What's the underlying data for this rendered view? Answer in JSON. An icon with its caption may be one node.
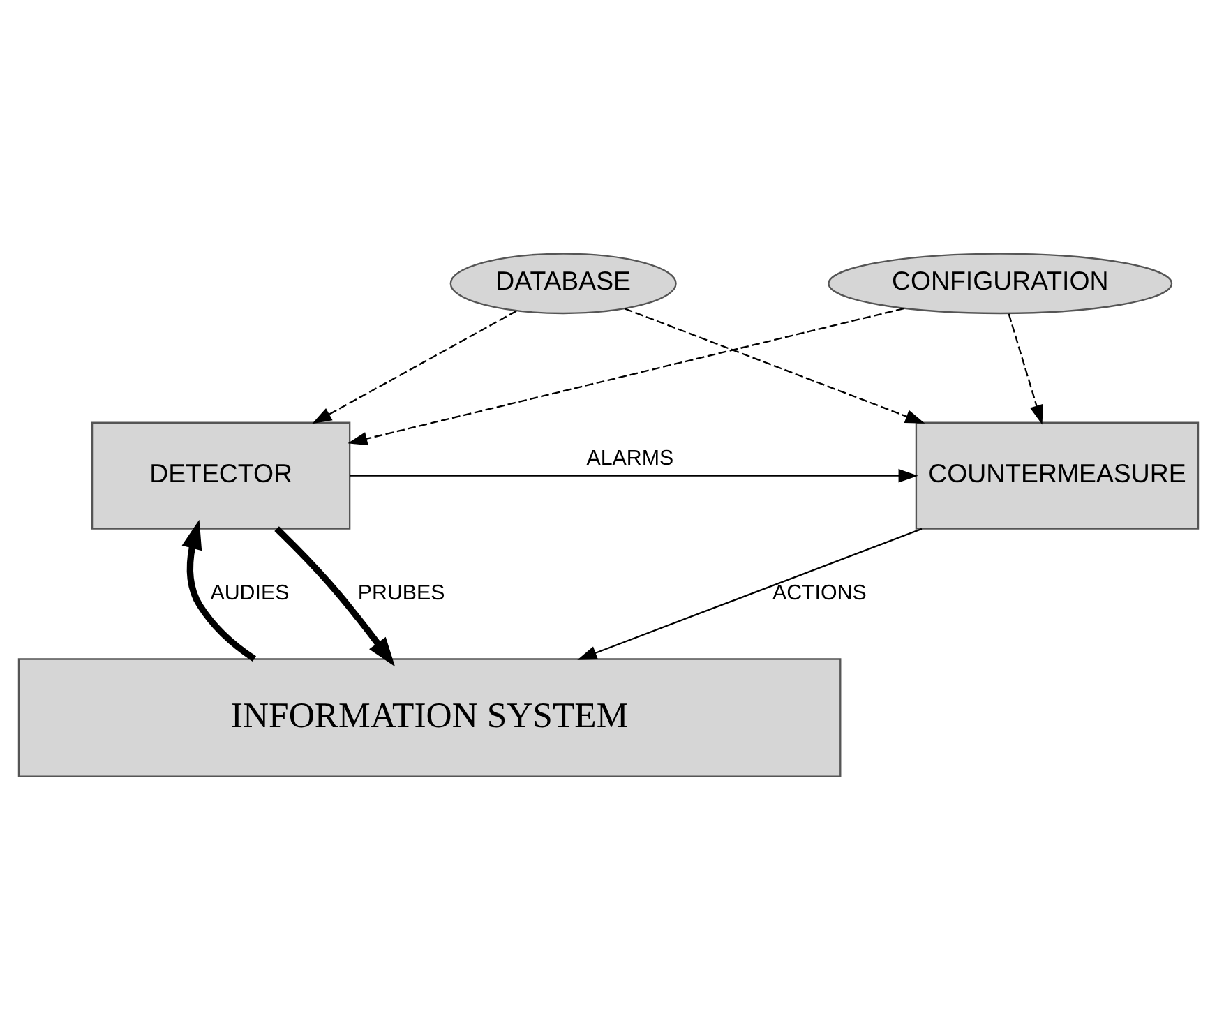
{
  "diagram": {
    "nodes": [
      {
        "text": [
          "DATABASE"
        ]
      },
      {
        "text": [
          "CONFIGURATION"
        ]
      },
      {
        "text": [
          "DETECTOR"
        ]
      },
      {
        "text": [
          "COUNTERMEASURE"
        ]
      },
      {
        "text": [
          "INFORMATION SYSTEM"
        ]
      }
    ],
    "edges": [
      {
        "from": 0,
        "to": 2,
        "arrow": "to",
        "style": "dashed"
      },
      {
        "from": 0,
        "to": 3,
        "arrow": "to",
        "style": "dashed"
      },
      {
        "from": 1,
        "to": 2,
        "arrow": "to",
        "style": "dashed"
      },
      {
        "from": 1,
        "to": 3,
        "arrow": "to",
        "style": "dashed"
      },
      {
        "from": 2,
        "to": 3,
        "arrow": "to",
        "label": "ALARMS"
      },
      {
        "from": 2,
        "to": 4,
        "arrow": "to",
        "label": "PRUBES",
        "style": "thick"
      },
      {
        "from": 4,
        "to": 2,
        "arrow": "to",
        "label": "AUDIES",
        "style": "thick"
      },
      {
        "from": 3,
        "to": 4,
        "arrow": "to",
        "label": "ACTIONS"
      }
    ]
  }
}
